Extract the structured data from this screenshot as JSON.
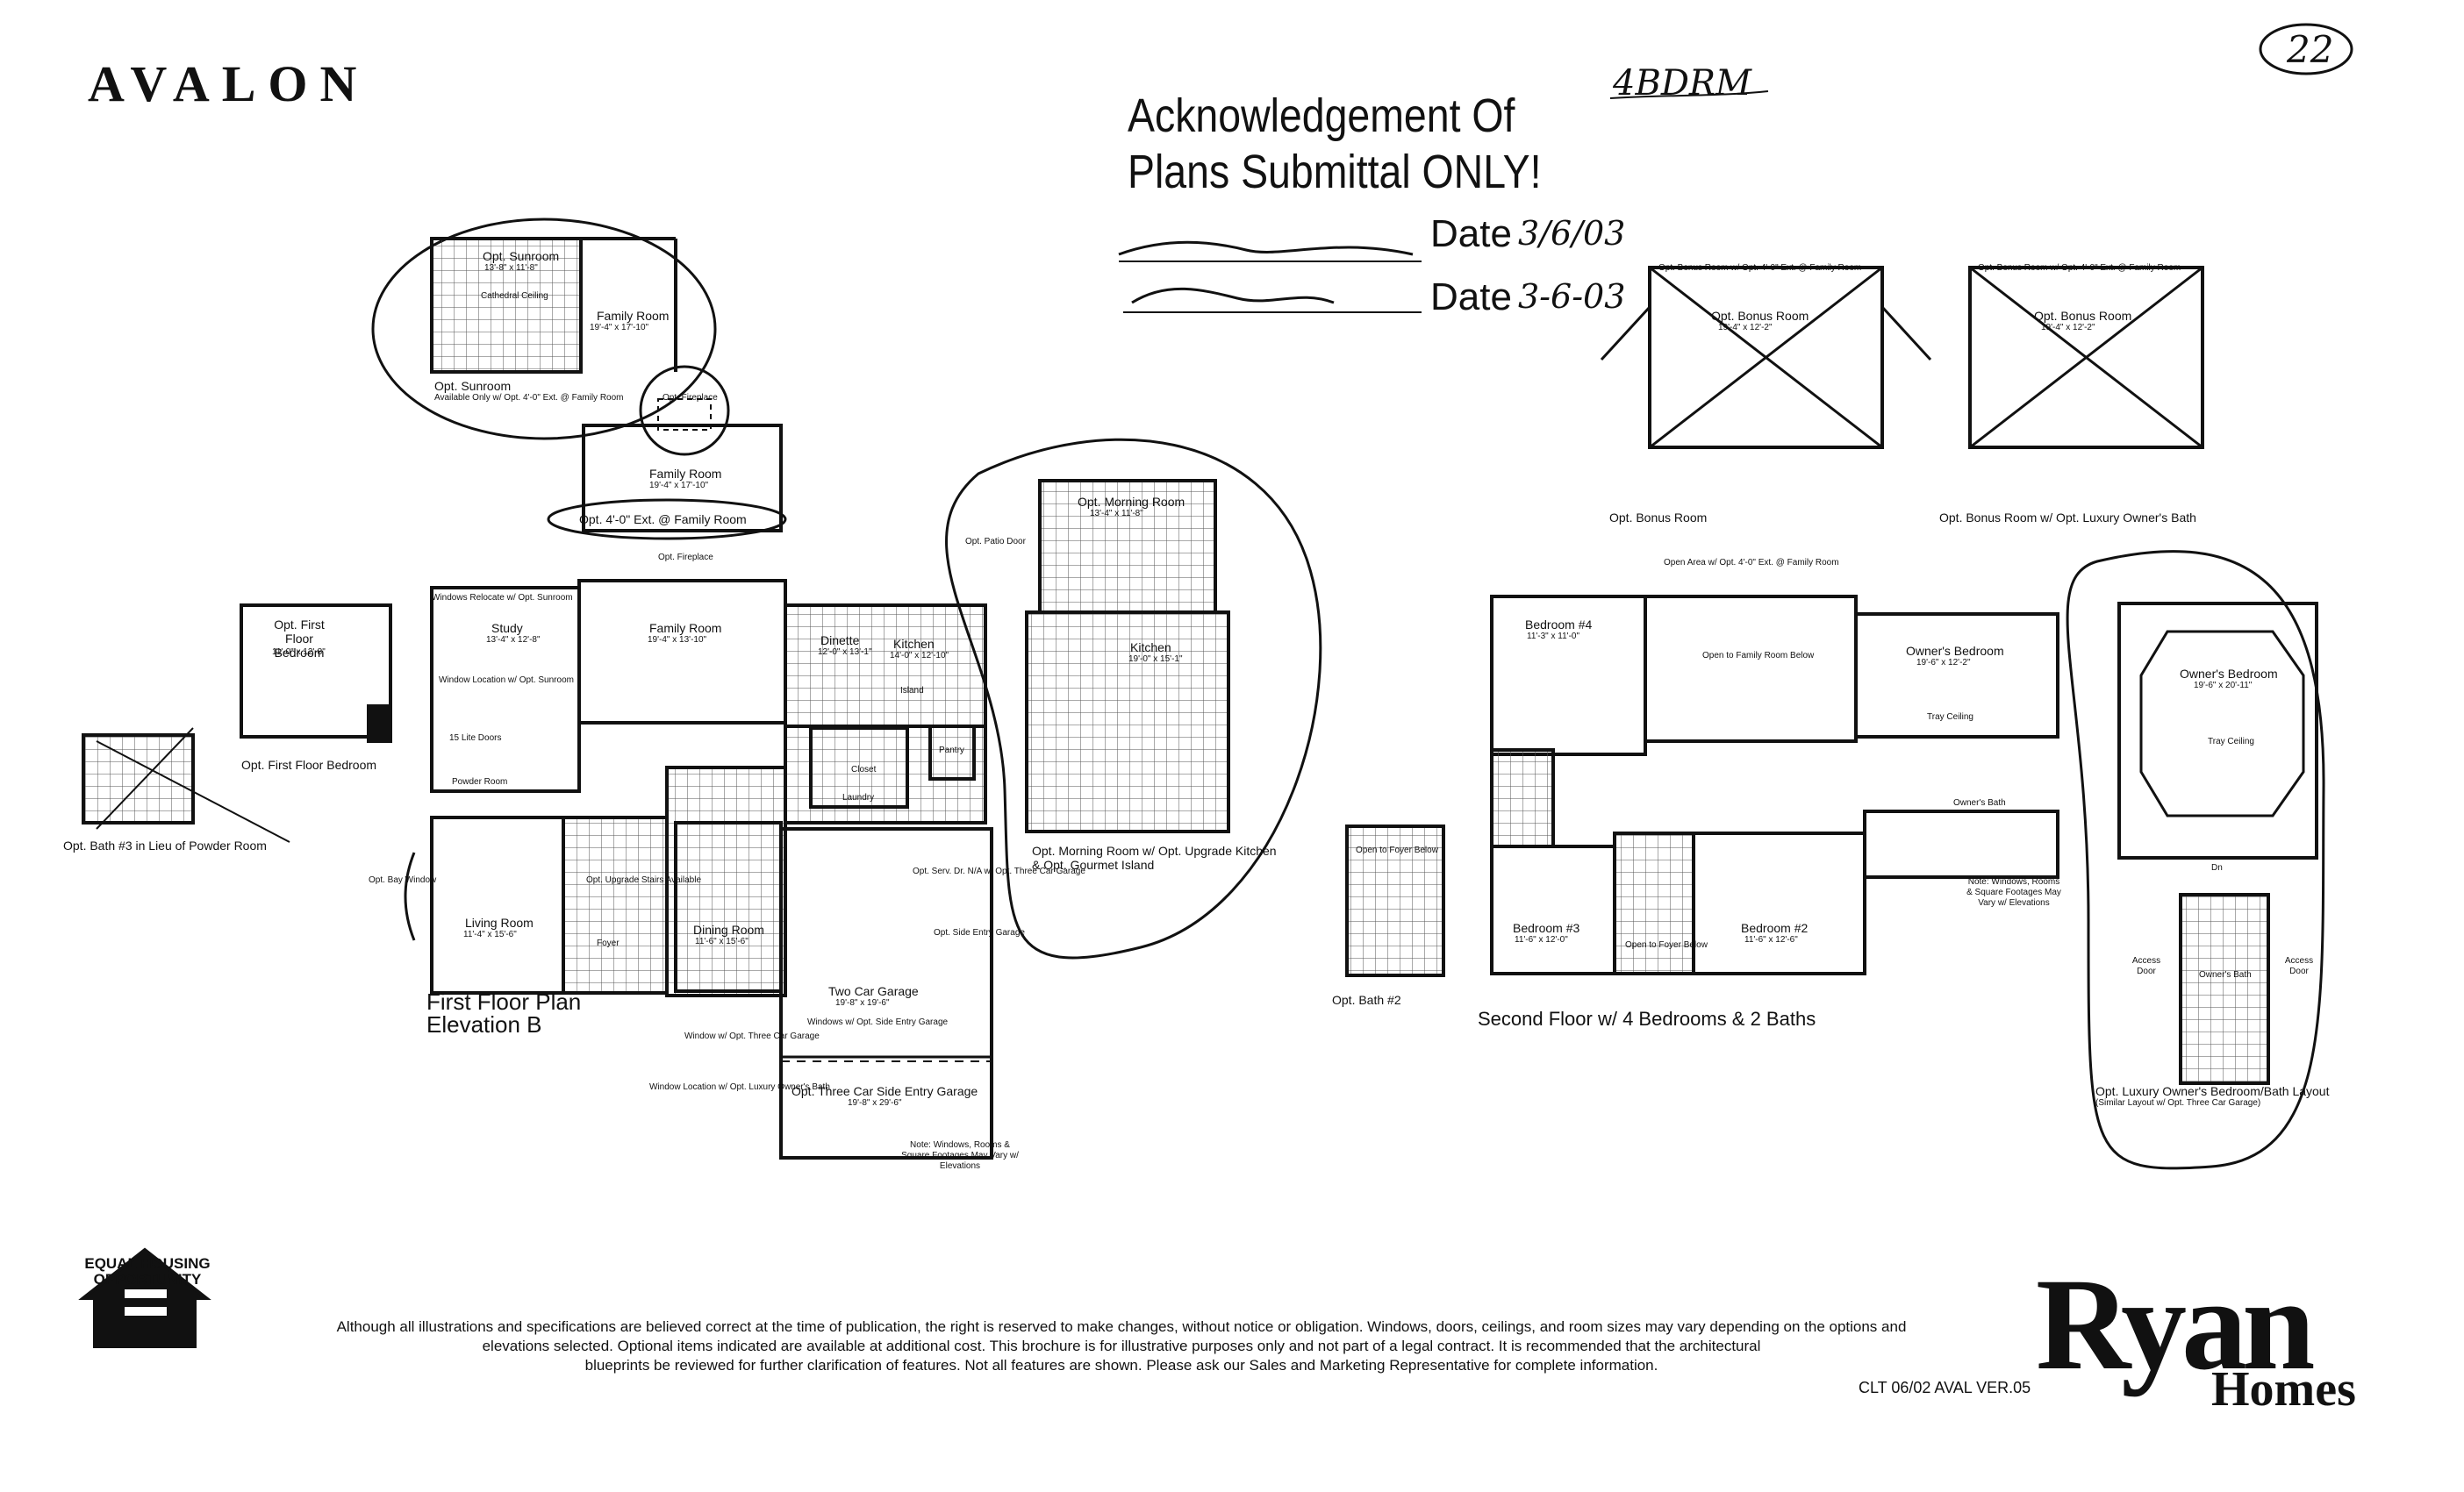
{
  "header": {
    "title": "AVALON",
    "page_number": "22",
    "handwritten_bedrooms": "4BDRM"
  },
  "stamp": {
    "line1": "Acknowledgement Of",
    "line2": "Plans Submittal ONLY!",
    "date_label_1": "Date",
    "date_value_1": "3/6/03",
    "date_label_2": "Date",
    "date_value_2": "3-6-03"
  },
  "first_floor": {
    "caption_line1": "First Floor Plan",
    "caption_line2": "Elevation B",
    "rooms": {
      "study": "Study",
      "study_dim": "13'-4\" x 12'-8\"",
      "family_room": "Family Room",
      "family_room_dim": "19'-4\" x 13'-10\"",
      "dinette": "Dinette",
      "dinette_dim": "12'-0\" x 13'-1\"",
      "kitchen": "Kitchen",
      "kitchen_dim": "14'-0\" x 12'-10\"",
      "living_room": "Living Room",
      "living_room_dim": "11'-4\" x 15'-6\"",
      "dining_room": "Dining Room",
      "dining_room_dim": "11'-6\" x 15'-6\"",
      "two_car_garage": "Two Car Garage",
      "two_car_garage_dim": "19'-8\" x 19'-6\"",
      "three_car": "Opt. Three Car Side Entry Garage",
      "three_car_dim": "19'-8\" x 29'-6\"",
      "first_floor_bedroom": "Opt. First Floor Bedroom",
      "first_floor_bedroom_dim": "11'-0\" x 12'-8\"",
      "first_floor_bedroom_caption": "Opt. First Floor Bedroom",
      "bath3_caption": "Opt. Bath #3 in Lieu of Powder Room",
      "sunroom": "Opt. Sunroom",
      "sunroom_dim": "13'-8\" x 11'-8\"",
      "sunroom_family": "Family Room",
      "sunroom_family_dim": "19'-4\" x 17'-10\"",
      "sunroom_caption": "Opt. Sunroom",
      "sunroom_note": "Available Only w/ Opt. 4'-0\" Ext. @ Family Room",
      "cathedral": "Cathedral Ceiling",
      "ext_family": "Family Room",
      "ext_family_dim": "19'-4\" x 17'-10\"",
      "ext_caption": "Opt. 4'-0\" Ext. @ Family Room",
      "opt_fireplace": "Opt. Fireplace",
      "opt_fireplace2": "Opt. Fireplace",
      "morning_room": "Opt. Morning Room",
      "morning_room_dim": "13'-4\" x 11'-8\"",
      "morning_kitchen": "Kitchen",
      "morning_kitchen_dim": "19'-0\" x 15'-1\"",
      "morning_caption": "Opt. Morning Room w/ Opt. Upgrade Kitchen & Opt. Gourmet Island",
      "patio_door": "Opt. Patio Door",
      "island": "Island",
      "pantry": "Pantry",
      "closet": "Closet",
      "foyer": "Foyer",
      "powder": "Powder Room",
      "laundry": "Laundry",
      "bay_window": "Opt. Bay Window",
      "upgrade_stairs": "Opt. Upgrade Stairs Available",
      "garage_note": "Note: Windows, Rooms & Square Footages May Vary w/ Elevations",
      "side_entry": "Opt. Side Entry Garage",
      "serv_dr": "Opt. Serv. Dr. N/A w/ Opt. Three Car Garage",
      "windows_side_entry": "Windows w/ Opt. Side Entry Garage",
      "window_three_car": "Window w/ Opt. Three Car Garage",
      "window_luxury": "Window Location w/ Opt. Luxury Owner's Bath",
      "windows_relocate": "Windows Relocate w/ Opt. Sunroom",
      "window_location_study": "Window Location w/ Opt. Sunroom",
      "lite_doors": "15 Lite Doors"
    }
  },
  "bonus": {
    "bonus_room": "Opt. Bonus Room",
    "bonus_dim": "19'-4\" x 12'-2\"",
    "bonus_caption": "Opt. Bonus Room",
    "bonus_lux_caption": "Opt. Bonus Room w/ Opt. Luxury Owner's Bath",
    "bonus_note": "Opt. Bonus Room w/ Opt. 4'-0\" Ext. @ Family Room"
  },
  "second_floor": {
    "caption": "Second Floor w/ 4 Bedrooms & 2 Baths",
    "bedroom4": "Bedroom #4",
    "bedroom4_dim": "11'-3\" x 11'-0\"",
    "bedroom3": "Bedroom #3",
    "bedroom3_dim": "11'-6\" x 12'-0\"",
    "bedroom2": "Bedroom #2",
    "bedroom2_dim": "11'-6\" x 12'-6\"",
    "owners": "Owner's Bedroom",
    "owners_dim": "19'-6\" x 12'-2\"",
    "tray": "Tray Ceiling",
    "open_family": "Open to Family Room Below",
    "open_foyer": "Open to Foyer Below",
    "open_area": "Open Area w/ Opt. 4'-0\" Ext. @ Family Room",
    "owners_bath": "Owner's Bath",
    "bath2_caption": "Opt. Bath #2",
    "lux_owners": "Owner's Bedroom",
    "lux_owners_dim": "19'-6\" x 20'-11\"",
    "lux_caption": "Opt. Luxury Owner's Bedroom/Bath Layout",
    "lux_note": "(Similar Layout w/ Opt. Three Car Garage)",
    "note": "Note: Windows, Rooms & Square Footages May Vary w/ Elevations",
    "access_door": "Access Door",
    "dn": "Dn"
  },
  "footer": {
    "eho_line1": "EQUAL HOUSING",
    "eho_line2": "OPPORTUNITY",
    "disclaimer_1": "Although all illustrations and specifications are believed correct at the time of publication, the right is reserved to make changes, without notice or obligation.  Windows, doors, ceilings, and room sizes may vary depending on the options and",
    "disclaimer_2": "elevations selected.  Optional items indicated are available at additional cost.  This brochure is for illustrative purposes only and not part of a legal contract.   It is recommended that the architectural",
    "disclaimer_3": "blueprints be reviewed for further clarification of features.  Not all features are shown.  Please ask our Sales and Marketing Representative for complete information.",
    "logo_main": "Ryan",
    "logo_sub": "Homes",
    "version": "CLT 06/02 AVAL VER.05"
  }
}
